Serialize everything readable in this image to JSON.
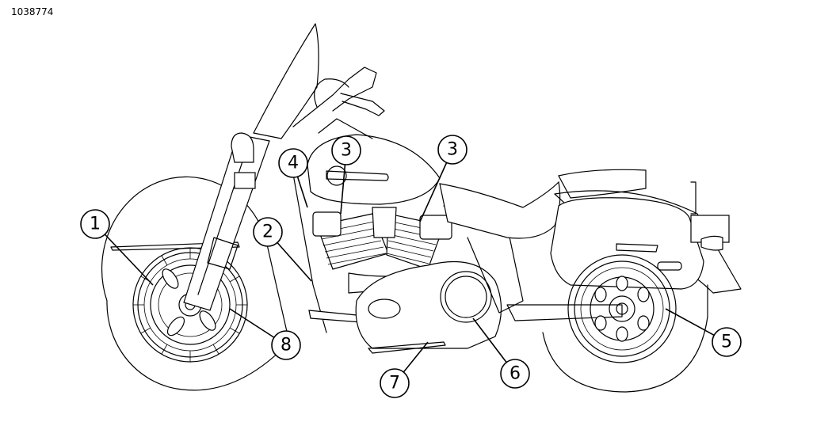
{
  "figure_id": "1038774",
  "callouts": [
    {
      "number": "1"
    },
    {
      "number": "2"
    },
    {
      "number": "3"
    },
    {
      "number": "3"
    },
    {
      "number": "4"
    },
    {
      "number": "5"
    },
    {
      "number": "6"
    },
    {
      "number": "7"
    },
    {
      "number": "8"
    }
  ]
}
